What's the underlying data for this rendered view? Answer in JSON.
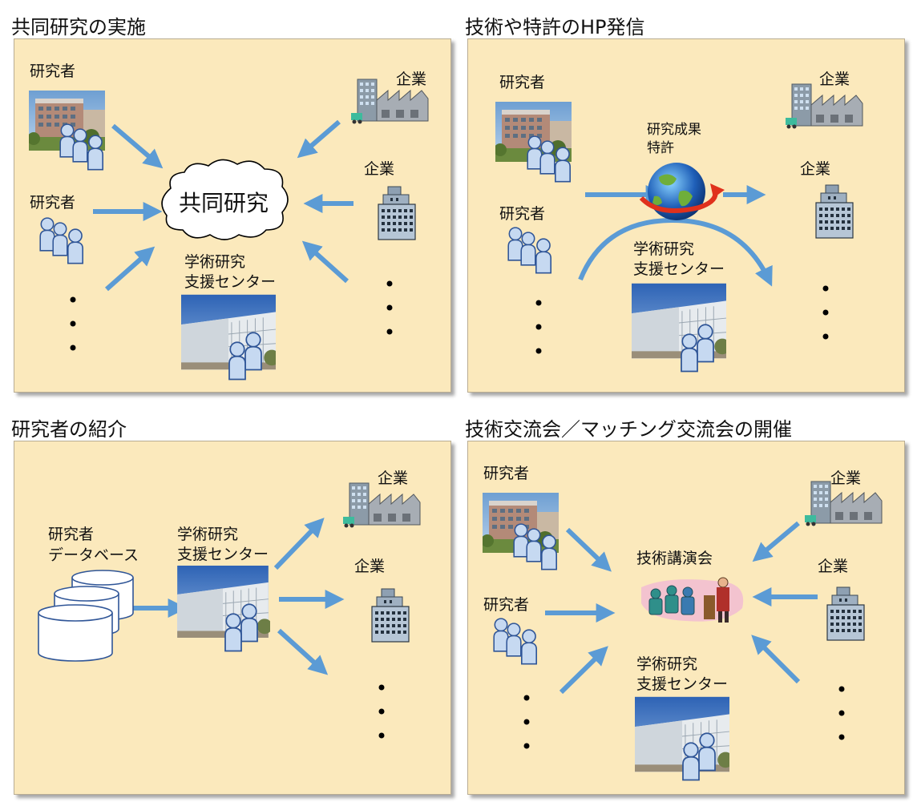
{
  "panels": [
    {
      "title": "共同研究の実施",
      "labels": {
        "researcher1": "研究者",
        "researcher2": "研究者",
        "company1": "企業",
        "company2": "企業",
        "center_line1": "学術研究",
        "center_line2": "支援センター"
      },
      "cloud_text": "共同研究"
    },
    {
      "title": "技術や特許のHP発信",
      "labels": {
        "researcher1": "研究者",
        "researcher2": "研究者",
        "company1": "企業",
        "company2": "企業",
        "center_line1": "学術研究",
        "center_line2": "支援センター",
        "results_line1": "研究成果",
        "results_line2": "特許"
      }
    },
    {
      "title": "研究者の紹介",
      "labels": {
        "db_line1": "研究者",
        "db_line2": "データベース",
        "center_line1": "学術研究",
        "center_line2": "支援センター",
        "company1": "企業",
        "company2": "企業"
      }
    },
    {
      "title": "技術交流会／マッチング交流会の開催",
      "labels": {
        "researcher1": "研究者",
        "researcher2": "研究者",
        "company1": "企業",
        "company2": "企業",
        "lecture": "技術講演会",
        "center_line1": "学術研究",
        "center_line2": "支援センター"
      }
    }
  ],
  "icons": [
    "campus-building-photo",
    "people-icon",
    "factory-icon",
    "office-building-icon",
    "cloud-shape",
    "globe-icon",
    "database-icon",
    "lecture-clipart",
    "ellipsis-dots",
    "arrow"
  ],
  "colors": {
    "panel_bg": "#fbe9bc",
    "arrow": "#5b9bd5",
    "people_fill": "#c6d9f1"
  }
}
